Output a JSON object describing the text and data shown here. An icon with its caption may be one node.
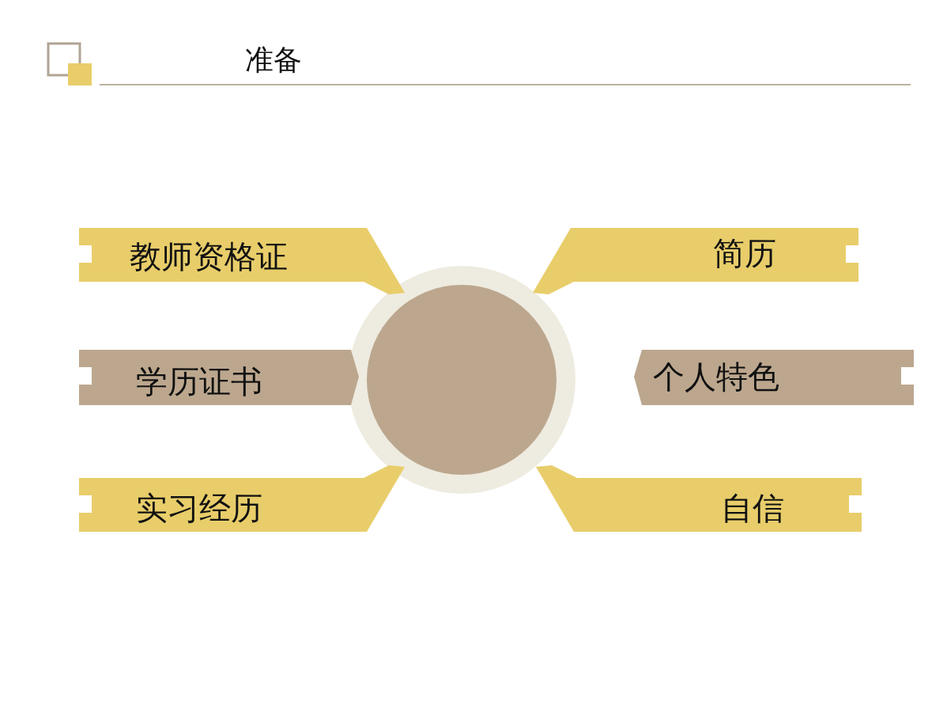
{
  "diagram": {
    "title": "准备",
    "nodes": [
      {
        "text": [],
        "shape": "circle"
      },
      {
        "text": [
          "教师资格证"
        ]
      },
      {
        "text": [
          "简历"
        ]
      },
      {
        "text": [
          "学历证书"
        ]
      },
      {
        "text": [
          "个人特色"
        ]
      },
      {
        "text": [
          "实习经历"
        ]
      },
      {
        "text": [
          "自信"
        ]
      }
    ]
  }
}
